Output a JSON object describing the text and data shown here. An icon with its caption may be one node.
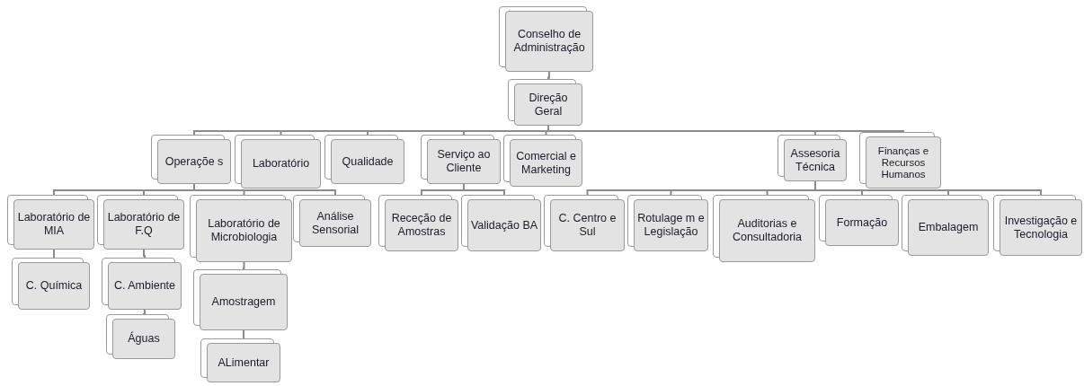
{
  "diagram": {
    "nodes": [
      {
        "text": [
          "Conselho de Administração"
        ]
      },
      {
        "text": [
          "Direção Geral"
        ]
      },
      {
        "text": [
          "Operaçõe s"
        ]
      },
      {
        "text": [
          "Laboratório"
        ]
      },
      {
        "text": [
          "Qualidade"
        ]
      },
      {
        "text": [
          "Serviço ao Cliente"
        ]
      },
      {
        "text": [
          "Comercial e Marketing"
        ]
      },
      {
        "text": [
          "Assesoria Técnica"
        ]
      },
      {
        "text": [
          "Finanças e Recursos Humanos"
        ]
      },
      {
        "text": [
          "Laboratório de MIA"
        ]
      },
      {
        "text": [
          "Laboratório de F.Q"
        ]
      },
      {
        "text": [
          "Laboratório de Microbiologia"
        ]
      },
      {
        "text": [
          "Análise Sensorial"
        ]
      },
      {
        "text": [
          "Receção de Amostras"
        ]
      },
      {
        "text": [
          "Validação BA"
        ]
      },
      {
        "text": [
          "C. Centro e Sul"
        ]
      },
      {
        "text": [
          "Rotulage m e Legislação"
        ]
      },
      {
        "text": [
          "Auditorias e Consultadoria"
        ]
      },
      {
        "text": [
          "Formação"
        ]
      },
      {
        "text": [
          "Embalagem"
        ]
      },
      {
        "text": [
          "Investigação e Tecnologia"
        ]
      },
      {
        "text": [
          "C. Química"
        ]
      },
      {
        "text": [
          "C. Ambiente"
        ]
      },
      {
        "text": [
          "Águas"
        ]
      },
      {
        "text": [
          "Amostragem"
        ]
      },
      {
        "text": [
          "ALimentar"
        ]
      }
    ],
    "edges": [
      {
        "from": 0,
        "to": 1,
        "arrow": "none"
      },
      {
        "from": 1,
        "to": 2,
        "arrow": "none"
      },
      {
        "from": 1,
        "to": 3,
        "arrow": "none"
      },
      {
        "from": 1,
        "to": 4,
        "arrow": "none"
      },
      {
        "from": 1,
        "to": 5,
        "arrow": "none"
      },
      {
        "from": 1,
        "to": 6,
        "arrow": "none"
      },
      {
        "from": 1,
        "to": 7,
        "arrow": "none"
      },
      {
        "from": 1,
        "to": 8,
        "arrow": "none"
      },
      {
        "from": 2,
        "to": 9,
        "arrow": "none"
      },
      {
        "from": 2,
        "to": 10,
        "arrow": "none"
      },
      {
        "from": 2,
        "to": 11,
        "arrow": "none"
      },
      {
        "from": 2,
        "to": 12,
        "arrow": "none"
      },
      {
        "from": 5,
        "to": 13,
        "arrow": "none"
      },
      {
        "from": 5,
        "to": 14,
        "arrow": "none"
      },
      {
        "from": 7,
        "to": 15,
        "arrow": "none"
      },
      {
        "from": 7,
        "to": 16,
        "arrow": "none"
      },
      {
        "from": 7,
        "to": 17,
        "arrow": "none"
      },
      {
        "from": 7,
        "to": 18,
        "arrow": "none"
      },
      {
        "from": 7,
        "to": 19,
        "arrow": "none"
      },
      {
        "from": 7,
        "to": 20,
        "arrow": "none"
      },
      {
        "from": 9,
        "to": 21,
        "arrow": "none"
      },
      {
        "from": 10,
        "to": 22,
        "arrow": "none"
      },
      {
        "from": 22,
        "to": 23,
        "arrow": "none"
      },
      {
        "from": 11,
        "to": 24,
        "arrow": "none"
      },
      {
        "from": 24,
        "to": 25,
        "arrow": "none"
      }
    ]
  }
}
